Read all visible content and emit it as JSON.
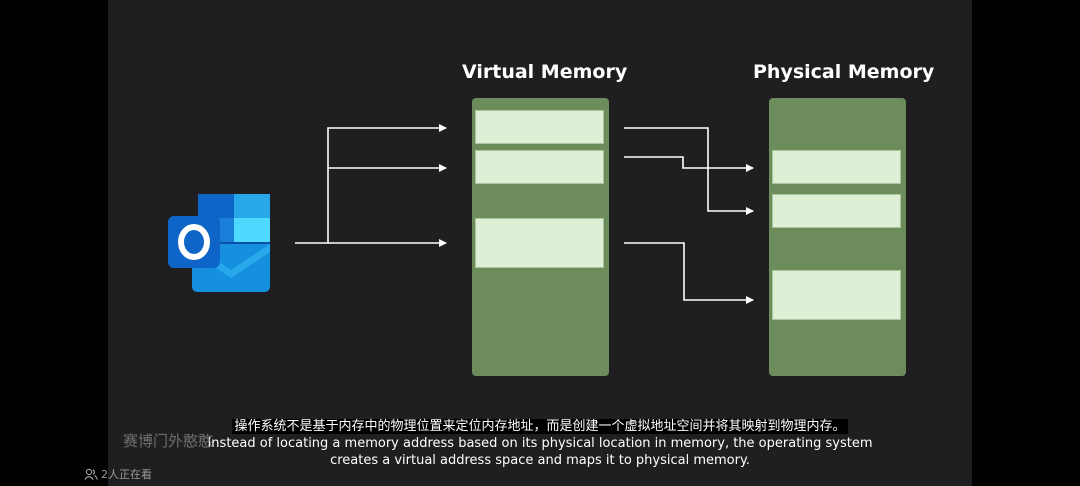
{
  "diagram": {
    "virtual_memory_title": "Virtual Memory",
    "physical_memory_title": "Physical Memory",
    "app_icon": "outlook-app-icon"
  },
  "subtitles": {
    "chinese": "操作系统不是基于内存中的物理位置来定位内存地址，而是创建一个虚拟地址空间并将其映射到物理内存。",
    "english_line1": "Instead of locating a memory address based on its physical location in memory, the operating system",
    "english_line2": "creates a virtual address space and maps it to physical memory."
  },
  "overlay": {
    "watermark": "赛博门外憨憨",
    "viewers": "2人正在看",
    "viewers_icon": "people-icon"
  },
  "colors": {
    "background": "#1f1f21",
    "memory_block": "#6d8c5c",
    "memory_page": "#deefd6",
    "arrow": "#ffffff",
    "outlook_blue": "#0f64c8"
  }
}
